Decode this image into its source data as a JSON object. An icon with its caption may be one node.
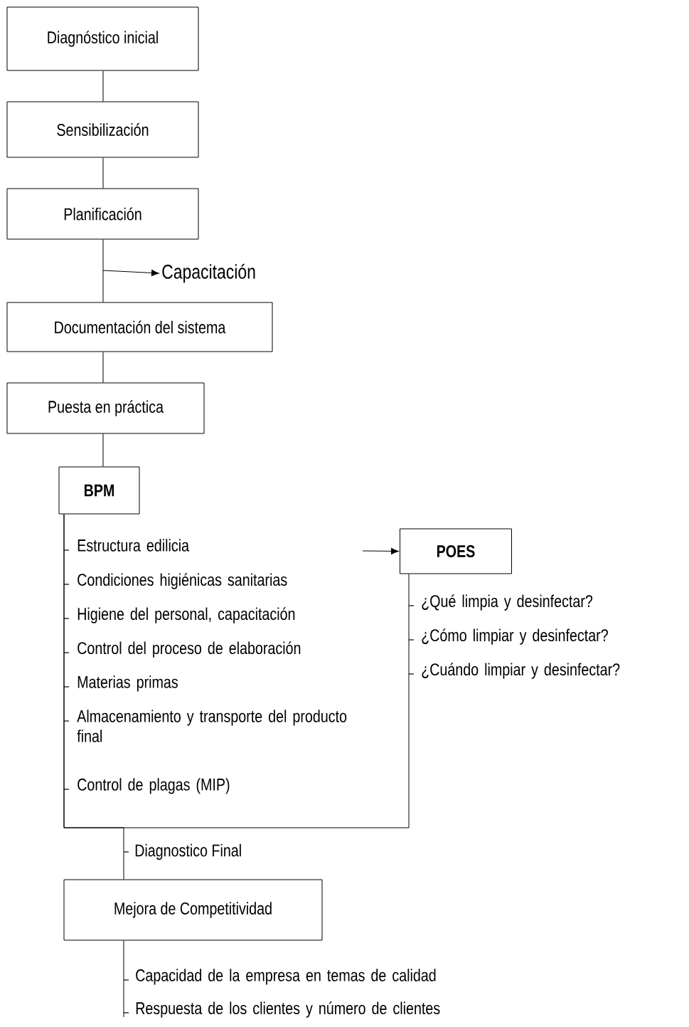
{
  "diagram": {
    "nodes": [
      {
        "text": [
          "Diagnóstico inicial"
        ]
      },
      {
        "text": [
          "Sensibilización"
        ]
      },
      {
        "text": [
          "Planificación"
        ]
      },
      {
        "text": [
          "Capacitación"
        ]
      },
      {
        "text": [
          "Documentación del sistema"
        ]
      },
      {
        "text": [
          "Puesta en práctica"
        ]
      },
      {
        "text": [
          "BPM"
        ],
        "beside": [
          "Estructura edilicia",
          "Condiciones higiénicas sanitarias",
          "Higiene del personal, capacitación",
          "Control del proceso de elaboración",
          "Materias primas",
          "Almacenamiento y transporte del producto final",
          "Control de plagas (MIP)"
        ]
      },
      {
        "text": [
          "POES"
        ],
        "beside": [
          "¿Qué limpia y desinfectar?",
          "¿Cómo limpiar y desinfectar?",
          "¿Cuándo limpiar y desinfectar?"
        ]
      },
      {
        "text": [
          "Mejora de Competitividad"
        ],
        "beside": [
          "Capacidad de la empresa en temas de calidad",
          "Respuesta de los clientes y número de clientes"
        ]
      }
    ],
    "edges": [
      {
        "from": 0,
        "to": 1,
        "arrow": "none"
      },
      {
        "from": 1,
        "to": 2,
        "arrow": "none"
      },
      {
        "from": 2,
        "to": 4,
        "arrow": "none"
      },
      {
        "from": null,
        "to": 3,
        "arrow": "to"
      },
      {
        "from": 4,
        "to": 5,
        "arrow": "none"
      },
      {
        "from": 5,
        "to": 6,
        "arrow": "none"
      },
      {
        "from": 6,
        "to": 7,
        "arrow": "none"
      },
      {
        "from": null,
        "to": 7,
        "arrow": "to"
      },
      {
        "from": 6,
        "to": 8,
        "arrow": "none",
        "label": "Diagnostico Final"
      }
    ]
  }
}
